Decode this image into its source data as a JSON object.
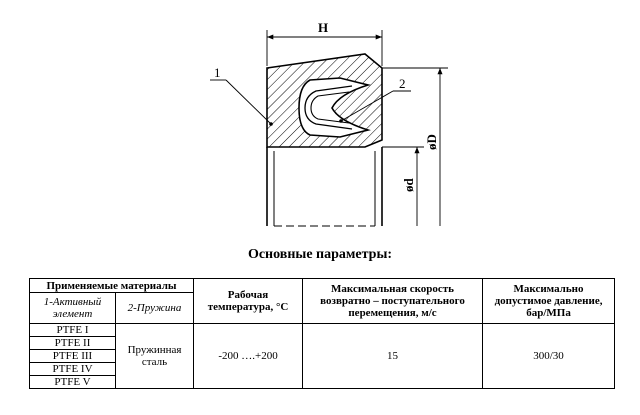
{
  "drawing": {
    "dims": {
      "width": "H",
      "outer_dia": "øD",
      "inner_dia": "ød"
    },
    "callouts": [
      {
        "id": "1"
      },
      {
        "id": "2"
      }
    ]
  },
  "title": "Основные параметры:",
  "table": {
    "materials_header": "Применяемые материалы",
    "active_header": "1-Активный элемент",
    "spring_header": "2-Пружина",
    "temp_header": "Рабочая температура, °С",
    "speed_header": "Максимальная скорость возвратно – поступательного перемещения, м/с",
    "pressure_header": "Максимально допустимое давление, бар/МПа",
    "materials": [
      "PTFE I",
      "PTFE II",
      "PTFE III",
      "PTFE IV",
      "PTFE V"
    ],
    "spring": "Пружинная сталь",
    "temperature": "-200 ….+200",
    "speed": "15",
    "pressure": "300/30"
  }
}
